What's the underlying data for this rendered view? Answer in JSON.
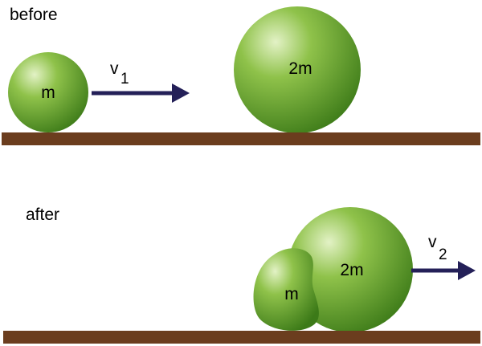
{
  "colors": {
    "ground": "#6b3d1e",
    "arrow": "#242058",
    "ball_light": "#e3f2c6",
    "ball_mid": "#8fc24a",
    "ball_dark": "#3c7a18"
  },
  "before": {
    "label": "before",
    "ball_small_label": "m",
    "ball_large_label": "2m",
    "velocity": {
      "symbol": "v",
      "subscript": "1"
    }
  },
  "after": {
    "label": "after",
    "ball_small_label": "m",
    "ball_large_label": "2m",
    "velocity": {
      "symbol": "v",
      "subscript": "2"
    }
  }
}
